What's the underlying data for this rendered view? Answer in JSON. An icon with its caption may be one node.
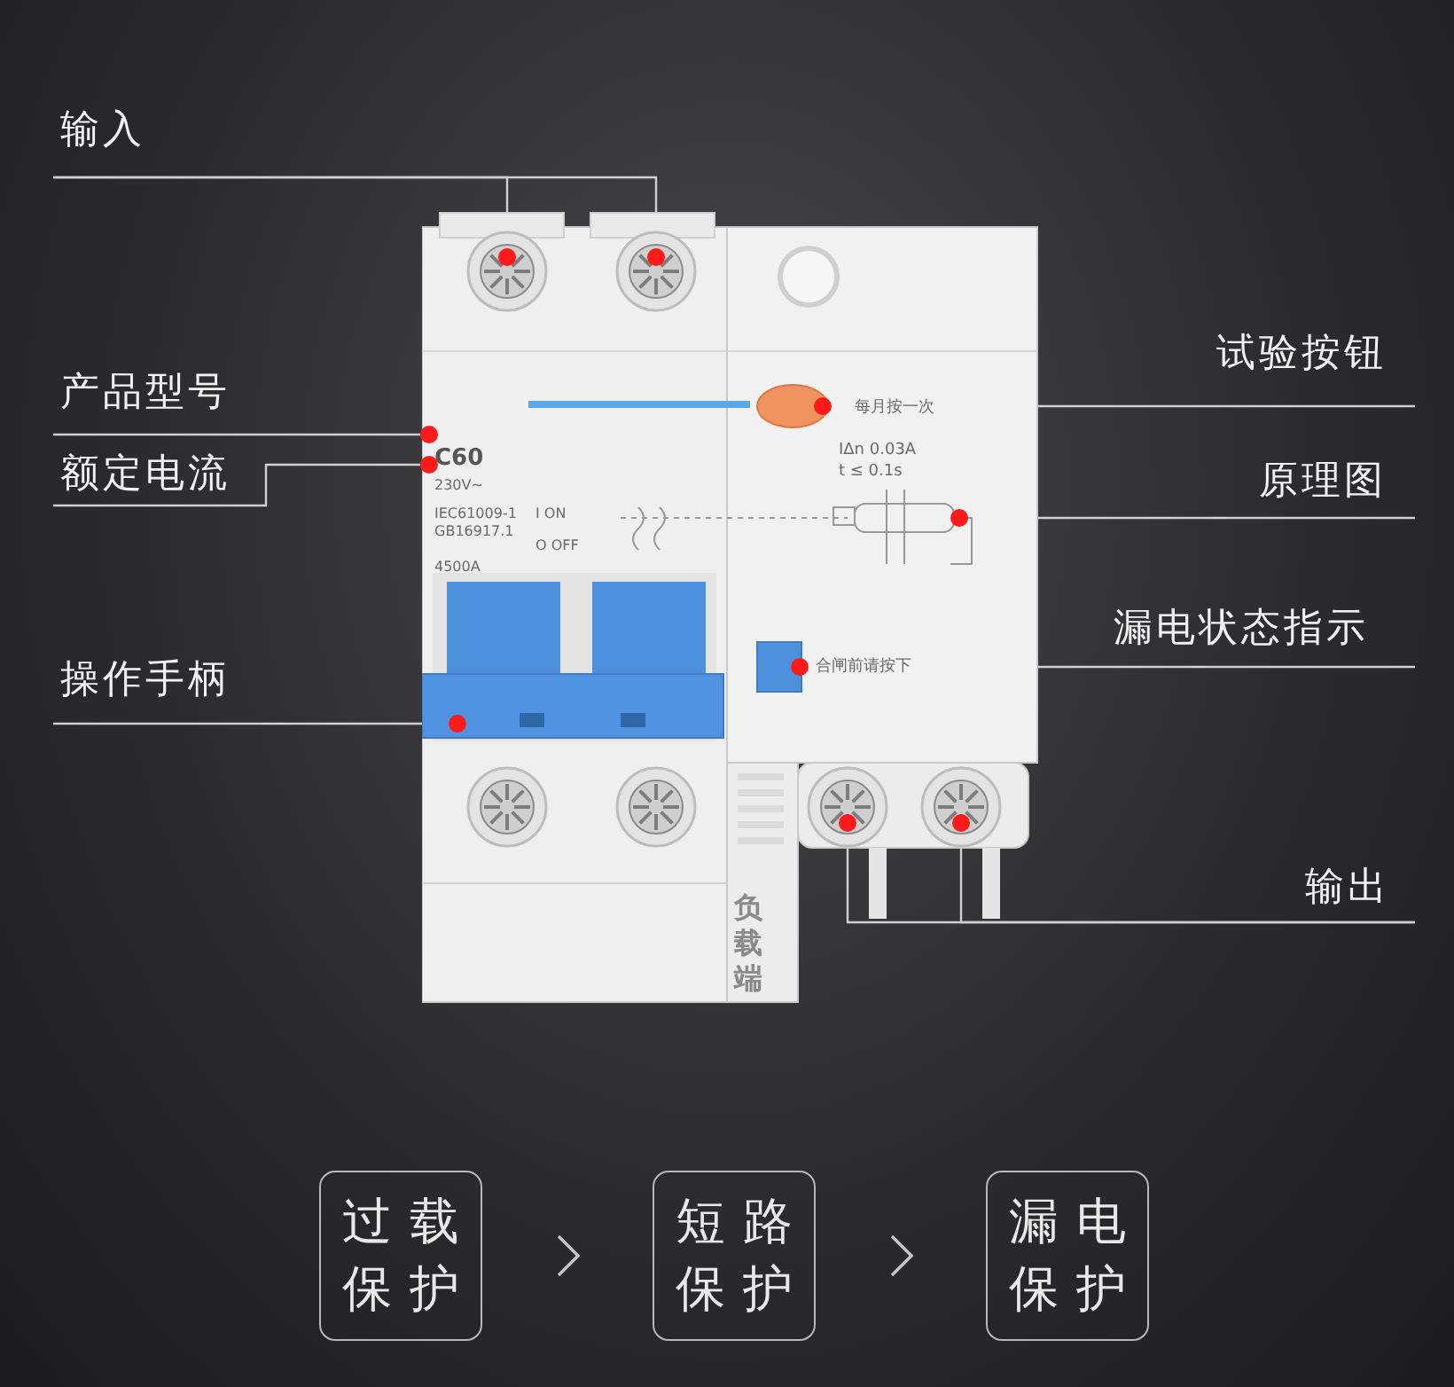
{
  "diagram": {
    "nodes": [
      {
        "text": [
          "输入"
        ]
      },
      {
        "text": [
          "试验按钮"
        ]
      },
      {
        "text": [
          "产品型号"
        ]
      },
      {
        "text": [
          "额定电流"
        ]
      },
      {
        "text": [
          "原理图"
        ]
      },
      {
        "text": [
          "漏电状态指示"
        ]
      },
      {
        "text": [
          "操作手柄"
        ]
      },
      {
        "text": [
          "输出"
        ]
      },
      {
        "text": [],
        "shape": "picture"
      },
      {
        "text": [],
        "shape": "circle",
        "in": 8
      },
      {
        "text": [],
        "shape": "circle",
        "in": 8
      },
      {
        "text": [],
        "shape": "circle",
        "in": 8
      },
      {
        "text": [],
        "shape": "circle",
        "in": 8
      },
      {
        "text": [],
        "shape": "circle",
        "in": 8
      },
      {
        "text": [],
        "shape": "circle",
        "in": 8
      },
      {
        "text": [],
        "shape": "circle",
        "in": 8
      },
      {
        "text": [],
        "shape": "circle",
        "in": 8
      },
      {
        "text": [],
        "shape": "circle",
        "in": 8
      },
      {
        "text": [],
        "shape": "circle",
        "in": 8
      },
      {
        "text": [
          "过载保护"
        ]
      },
      {
        "text": [
          "短路保护"
        ]
      },
      {
        "text": [
          "漏电保护"
        ]
      }
    ],
    "edges": [
      {
        "from": 0,
        "to": 9,
        "arrow": "none"
      },
      {
        "from": 0,
        "to": 10,
        "arrow": "none"
      },
      {
        "from": 2,
        "to": 12,
        "arrow": "none"
      },
      {
        "from": 3,
        "to": 13,
        "arrow": "none"
      },
      {
        "from": 1,
        "to": 11,
        "arrow": "none"
      },
      {
        "from": 4,
        "to": 14,
        "arrow": "none"
      },
      {
        "from": 5,
        "to": 15,
        "arrow": "none"
      },
      {
        "from": 6,
        "to": 16,
        "arrow": "none"
      },
      {
        "from": 7,
        "to": 17,
        "arrow": "none"
      },
      {
        "from": 7,
        "to": 18,
        "arrow": "none"
      },
      {
        "from": 19,
        "to": 20,
        "arrow": "to"
      },
      {
        "from": 20,
        "to": 21,
        "arrow": "to"
      }
    ],
    "labels": [
      "C60",
      "230V~",
      "IEC61009-1",
      "GB16917.1",
      "I ON",
      "O OFF",
      "4500A",
      "每月按一次",
      "IΔn 0.03A",
      "t ≤ 0.1s",
      "合闸前请按下",
      "负载端"
    ]
  }
}
